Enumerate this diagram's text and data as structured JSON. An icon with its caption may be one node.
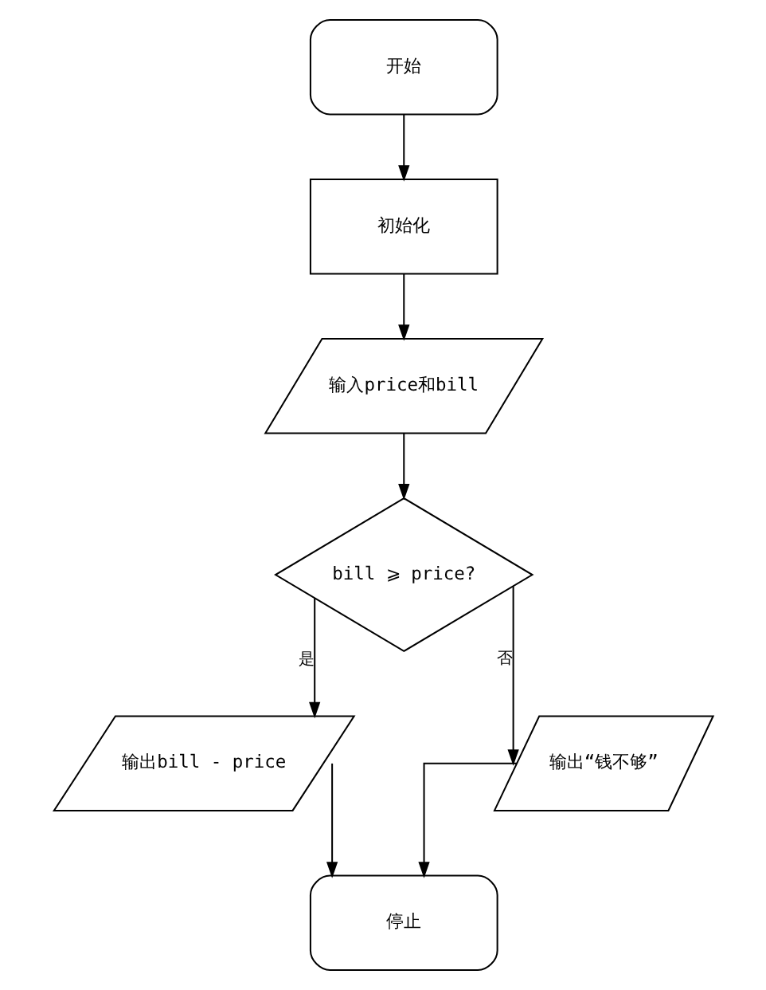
{
  "diagram": {
    "nodes": [
      {
        "text": [
          "开始"
        ]
      },
      {
        "text": [
          "初始化"
        ]
      },
      {
        "text": [
          "输入price和bill"
        ]
      },
      {
        "text": [
          "bill ⩾ price?"
        ]
      },
      {
        "text": [
          "输出bill - price"
        ]
      },
      {
        "text": [
          "输出“钱不够”"
        ]
      },
      {
        "text": [
          "停止"
        ]
      }
    ],
    "edges": [
      {
        "from": 0,
        "to": 1,
        "arrow": "to"
      },
      {
        "from": 1,
        "to": 2,
        "arrow": "to"
      },
      {
        "from": 2,
        "to": 3,
        "arrow": "to"
      },
      {
        "from": 3,
        "to": 4,
        "arrow": "to",
        "label": "是"
      },
      {
        "from": 3,
        "to": 5,
        "arrow": "to",
        "label": "否"
      },
      {
        "from": 4,
        "to": 6,
        "arrow": "to"
      },
      {
        "from": 5,
        "to": 6,
        "arrow": "to"
      }
    ]
  }
}
